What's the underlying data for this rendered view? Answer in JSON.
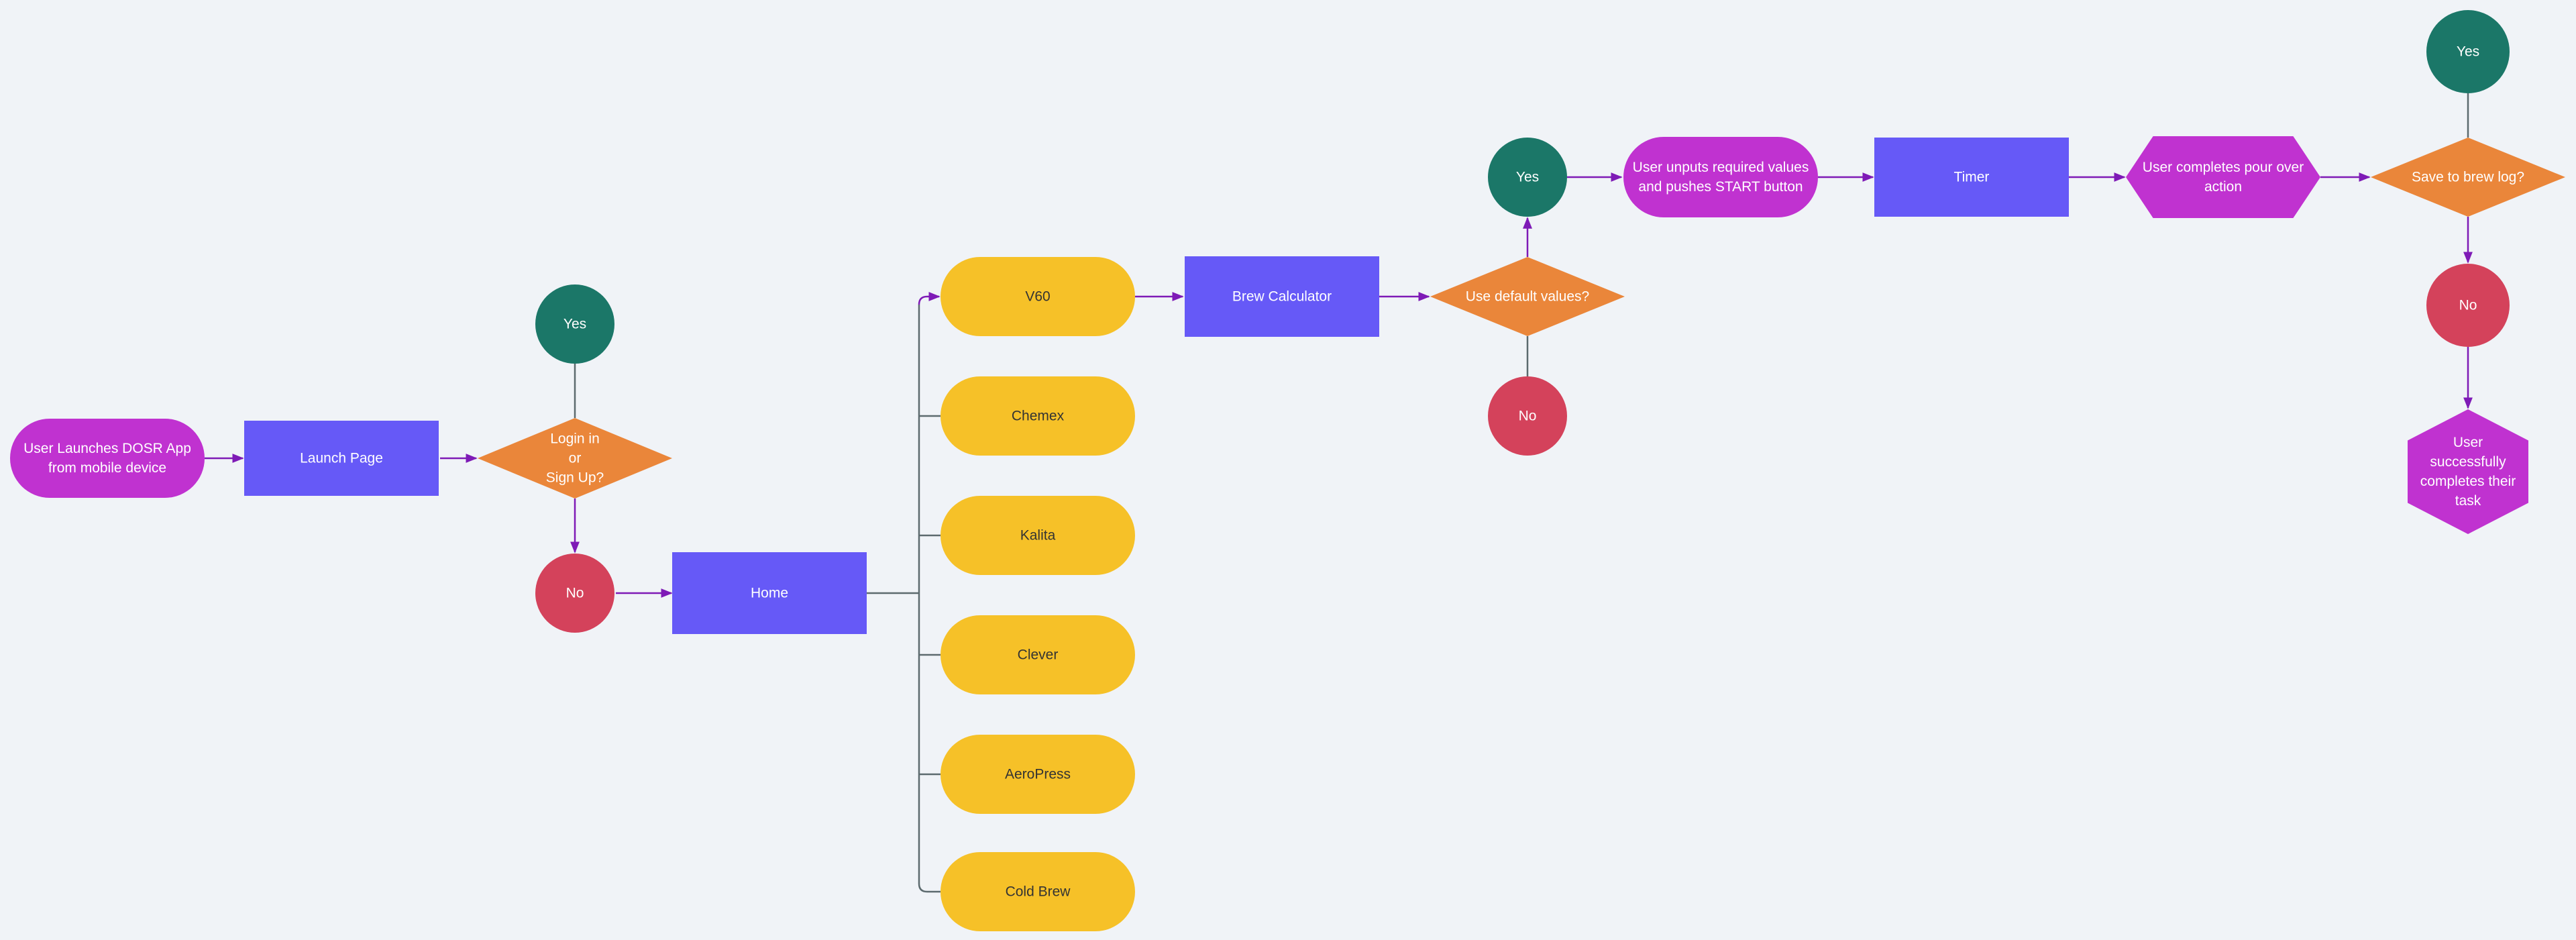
{
  "colors": {
    "background": "#f0f3f7",
    "start_end": "#c032d0",
    "process": "#6659f7",
    "decision": "#ea863a",
    "yes": "#1b7768",
    "no": "#d4425b",
    "brew_method": "#f6c128",
    "connector": "#7e1ab6",
    "connector_muted": "#5c6a6e"
  },
  "nodes": {
    "start": {
      "label_lines": [
        "User Launches DOSR App",
        "from mobile device"
      ]
    },
    "launch_page": {
      "label_lines": [
        "Launch Page"
      ]
    },
    "login_decision": {
      "label_lines": [
        "Login in",
        "or",
        "Sign Up?"
      ]
    },
    "login_yes": {
      "label_lines": [
        "Yes"
      ]
    },
    "login_no": {
      "label_lines": [
        "No"
      ]
    },
    "home": {
      "label_lines": [
        "Home"
      ]
    },
    "methods": [
      {
        "label_lines": [
          "V60"
        ]
      },
      {
        "label_lines": [
          "Chemex"
        ]
      },
      {
        "label_lines": [
          "Kalita"
        ]
      },
      {
        "label_lines": [
          "Clever"
        ]
      },
      {
        "label_lines": [
          "AeroPress"
        ]
      },
      {
        "label_lines": [
          "Cold Brew"
        ]
      }
    ],
    "brew_calculator": {
      "label_lines": [
        "Brew Calculator"
      ]
    },
    "default_decision": {
      "label_lines": [
        "Use default values?"
      ]
    },
    "default_yes": {
      "label_lines": [
        "Yes"
      ]
    },
    "default_no": {
      "label_lines": [
        "No"
      ]
    },
    "user_inputs": {
      "label_lines": [
        "User unputs required values",
        "and pushes START button"
      ]
    },
    "timer": {
      "label_lines": [
        "Timer"
      ]
    },
    "pour_over": {
      "label_lines": [
        "User completes pour over",
        "action"
      ]
    },
    "save_decision": {
      "label_lines": [
        "Save to brew log?"
      ]
    },
    "save_yes": {
      "label_lines": [
        "Yes"
      ]
    },
    "save_no": {
      "label_lines": [
        "No"
      ]
    },
    "end": {
      "label_lines": [
        "User",
        "successfully",
        "completes their",
        "task"
      ]
    }
  }
}
